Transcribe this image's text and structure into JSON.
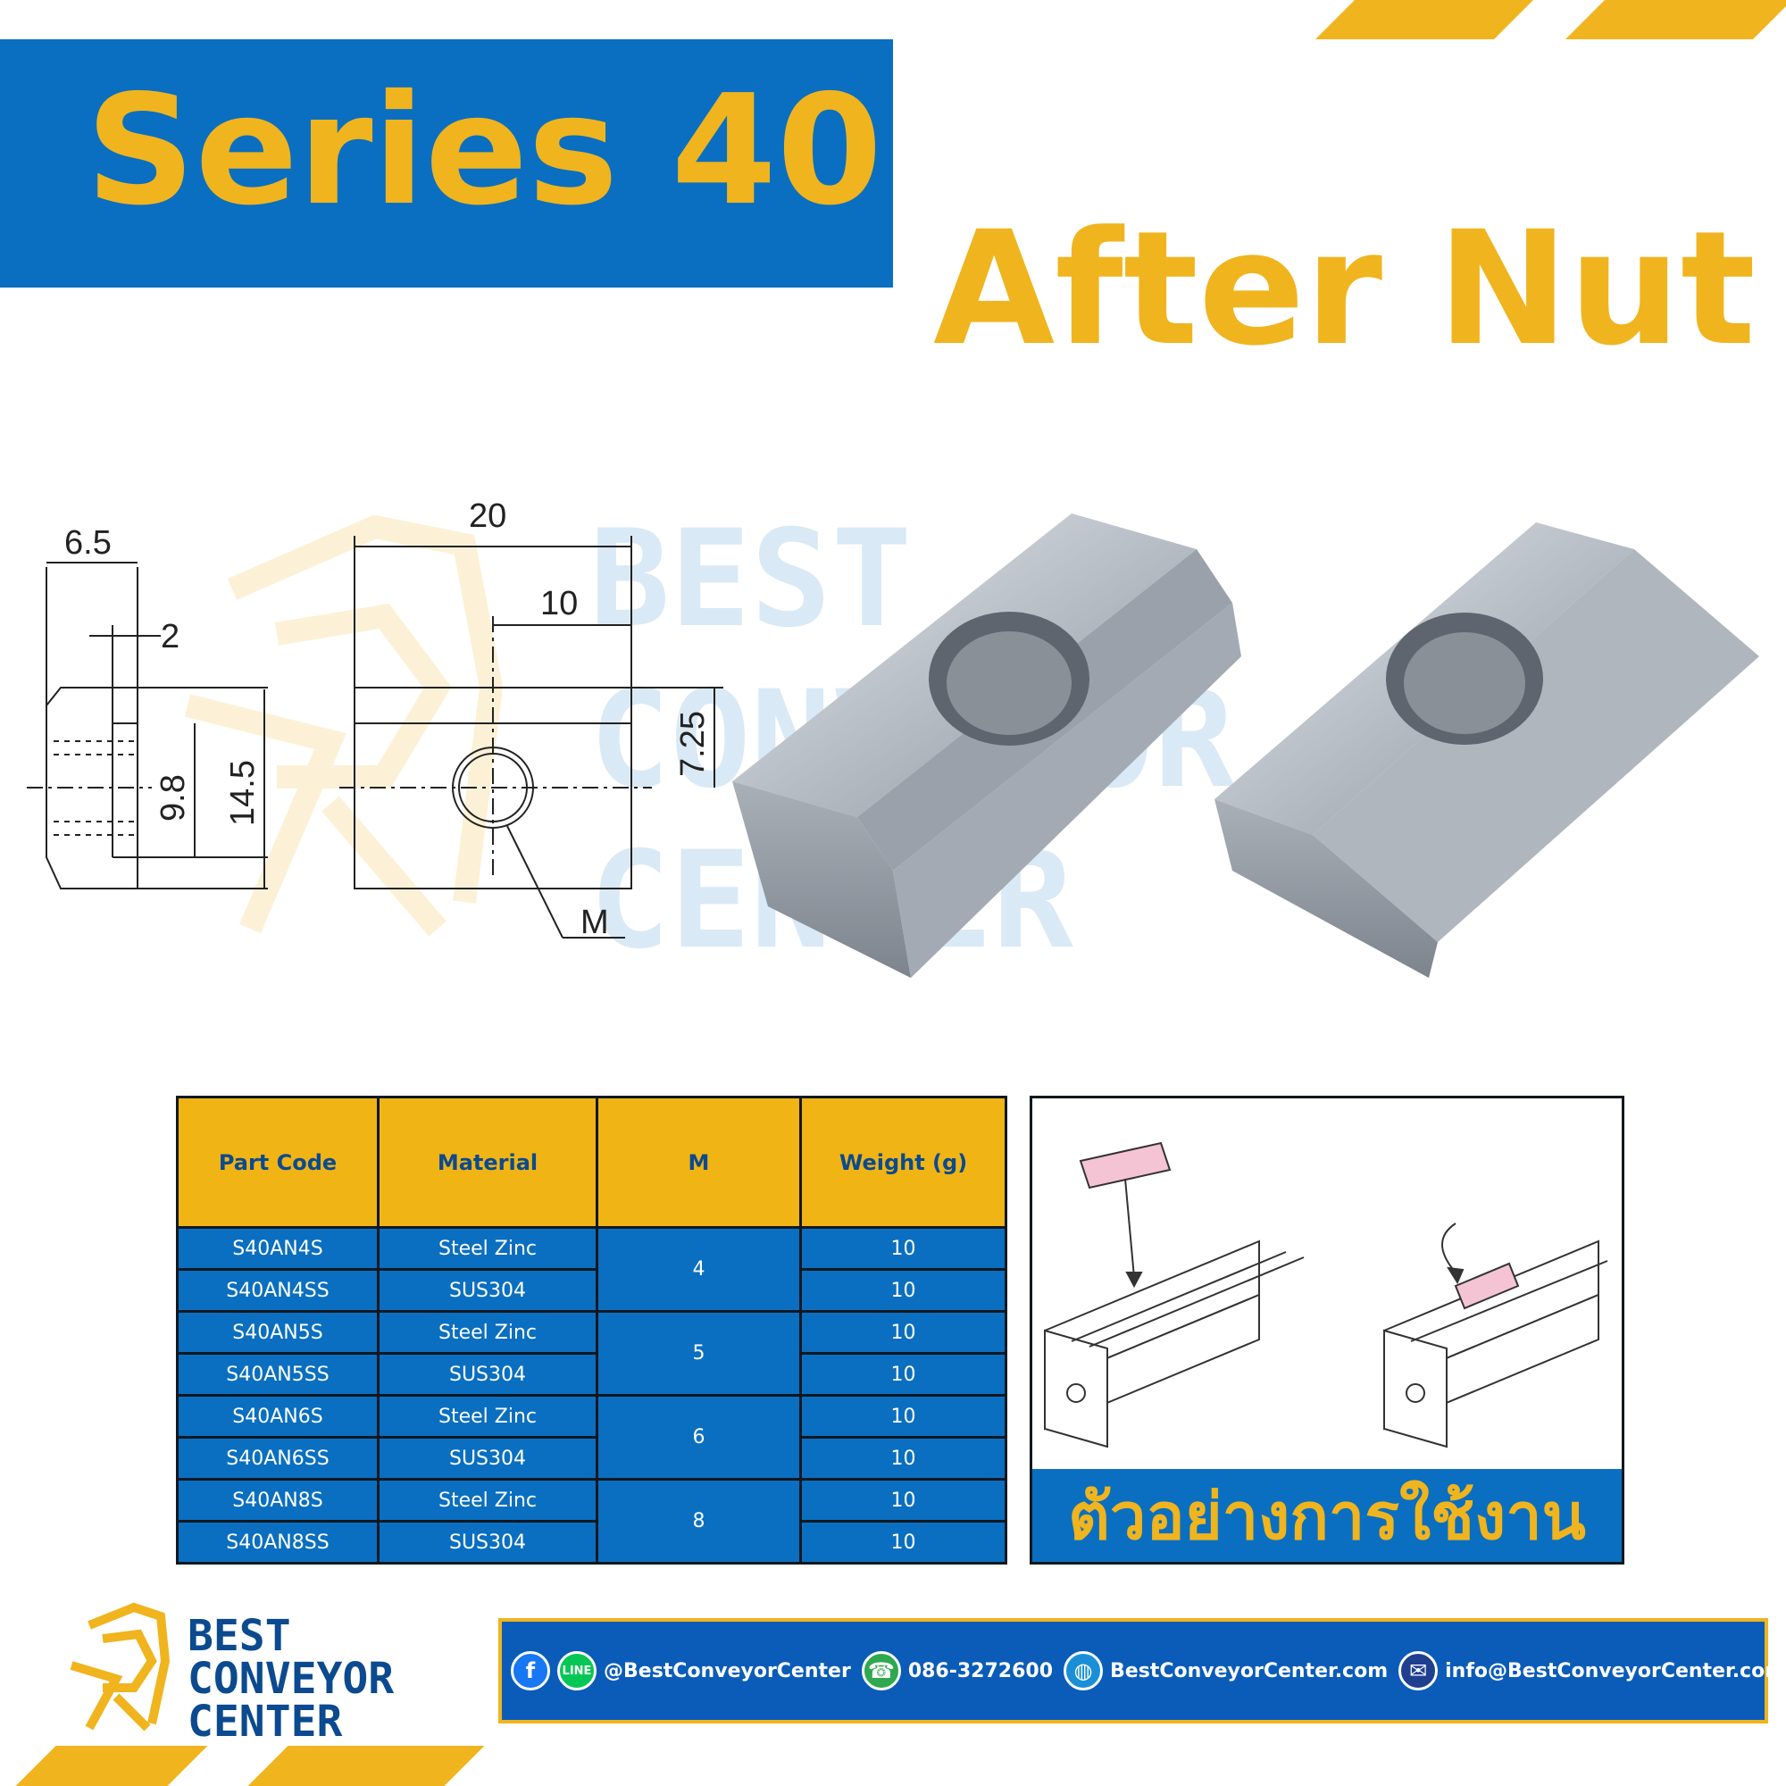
{
  "header": {
    "series_title": "Series 40",
    "product_name": "After Nut"
  },
  "drawing": {
    "dims": {
      "d1": "6.5",
      "d2": "2",
      "d3": "9.8",
      "d4": "14.5",
      "d5": "20",
      "d6": "10",
      "d7": "7.25",
      "thread": "M"
    }
  },
  "watermark": {
    "line1": "BEST",
    "line2": "CONVEYOR",
    "line3": "CENTER"
  },
  "spec_table": {
    "headers": [
      "Part Code",
      "Material",
      "M",
      "Weight (g)"
    ],
    "rows": [
      {
        "code": "S40AN4S",
        "material": "Steel Zinc",
        "weight": "10"
      },
      {
        "code": "S40AN4SS",
        "material": "SUS304",
        "weight": "10"
      },
      {
        "code": "S40AN5S",
        "material": "Steel Zinc",
        "weight": "10"
      },
      {
        "code": "S40AN5SS",
        "material": "SUS304",
        "weight": "10"
      },
      {
        "code": "S40AN6S",
        "material": "Steel Zinc",
        "weight": "10"
      },
      {
        "code": "S40AN6SS",
        "material": "SUS304",
        "weight": "10"
      },
      {
        "code": "S40AN8S",
        "material": "Steel Zinc",
        "weight": "10"
      },
      {
        "code": "S40AN8SS",
        "material": "SUS304",
        "weight": "10"
      }
    ],
    "m_values": [
      "4",
      "5",
      "6",
      "8"
    ]
  },
  "usage": {
    "caption": "ตัวอย่างการใช้งาน"
  },
  "footer": {
    "logo": {
      "line1": "BEST",
      "line2": "CONVEYOR",
      "line3": "CENTER"
    },
    "contacts": {
      "social_handle": "@BestConveyorCenter",
      "phone": "086-3272600",
      "website": "BestConveyorCenter.com",
      "email": "info@BestConveyorCenter.com"
    }
  },
  "icons": [
    "facebook-icon",
    "line-icon",
    "phone-icon",
    "globe-icon",
    "mail-icon"
  ],
  "colors": {
    "brand_blue": "#0a6fc0",
    "brand_yellow": "#f0b41e"
  }
}
